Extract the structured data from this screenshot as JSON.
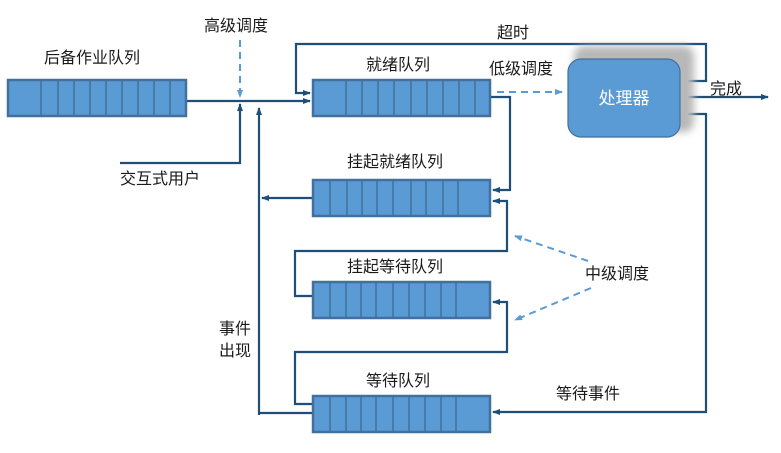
{
  "title": "进程调度队列模型",
  "colors": {
    "queue_fill": "#5b9bd5",
    "queue_stroke": "#41719c",
    "arrow": "#1f4e79",
    "dashed_arrow": "#5b9bd5",
    "processor_fill": "#5b9bd5",
    "processor_shadow": "#b8b8b8",
    "text": "#1a1a1a",
    "processor_text": "#ffffff"
  },
  "queues": {
    "backlog": {
      "label": "后备作业队列"
    },
    "ready": {
      "label": "就绪队列"
    },
    "suspended_ready": {
      "label": "挂起就绪队列"
    },
    "suspended_waiting": {
      "label": "挂起等待队列"
    },
    "waiting": {
      "label": "等待队列"
    }
  },
  "processor": {
    "label": "处理器"
  },
  "labels": {
    "high_level_scheduling": "高级调度",
    "interactive_user": "交互式用户",
    "timeout": "超时",
    "low_level_scheduling": "低级调度",
    "complete": "完成",
    "mid_level_scheduling": "中级调度",
    "event_occurs_line1": "事件",
    "event_occurs_line2": "出现",
    "wait_event": "等待事件"
  }
}
